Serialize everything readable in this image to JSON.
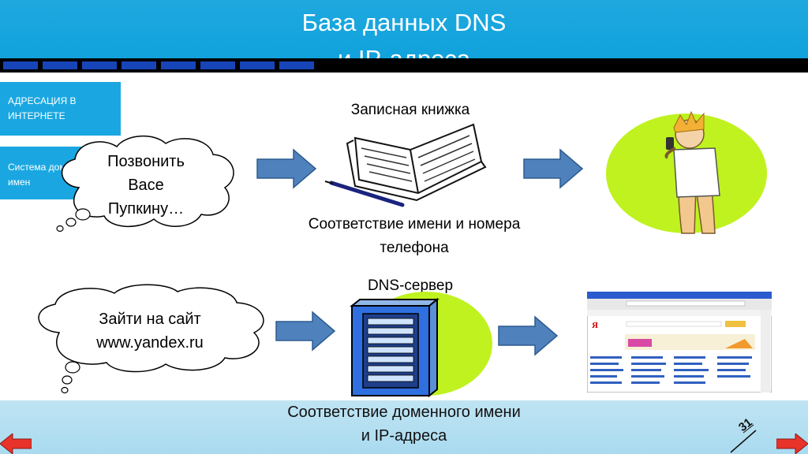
{
  "header": {
    "title_line1": "База данных DNS",
    "title_line2": "и IP-адреса"
  },
  "sidebar": {
    "items": [
      {
        "label": "АДРЕСАЦИЯ В ИНТЕРНЕТЕ"
      },
      {
        "label": "Система доменных имен"
      }
    ]
  },
  "row1": {
    "cloud_text": [
      "Позвонить",
      "Васе",
      "Пупкину…"
    ],
    "notebook_label": "Записная книжка",
    "caption": [
      "Соответствие имени и номера",
      "телефона"
    ]
  },
  "row2": {
    "cloud_text": [
      "Зайти на сайт",
      "www.yandex.ru"
    ],
    "server_label": "DNS-сервер"
  },
  "footer": {
    "caption": [
      "Соответствие доменного имени",
      "и IP-адреса"
    ],
    "page_number": "31"
  },
  "colors": {
    "header_bg": "#10a2dc",
    "accent_blue": "#1aa7e1",
    "arrow_blue": "#4f81bd",
    "green_blob": "#bff21f",
    "band": "#a9daef",
    "nav_arrow_red": "#e8332a"
  }
}
